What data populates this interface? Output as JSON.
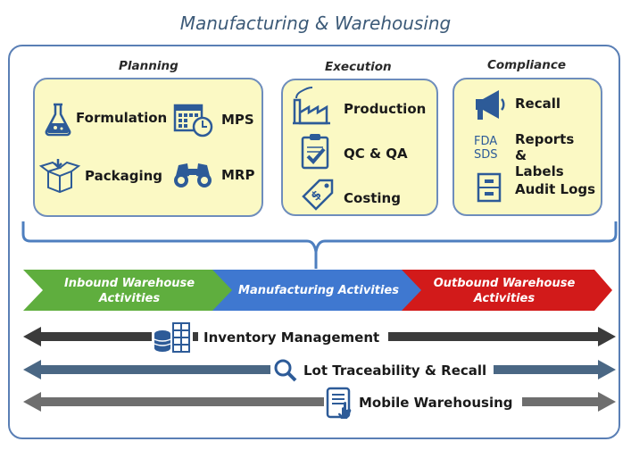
{
  "title": "Manufacturing & Warehousing",
  "groups": {
    "planning": {
      "label": "Planning",
      "items": [
        "Formulation",
        "MPS",
        "Packaging",
        "MRP"
      ]
    },
    "execution": {
      "label": "Execution",
      "items": [
        "Production",
        "QC & QA",
        "Costing"
      ]
    },
    "compliance": {
      "label": "Compliance",
      "items": [
        "Recall",
        "Reports & Labels",
        "Audit Logs"
      ],
      "fda_sds": "FDA\nSDS"
    }
  },
  "flow": {
    "inbound": "Inbound Warehouse Activities",
    "manufacturing": "Manufacturing Activities",
    "outbound": "Outbound Warehouse Activities",
    "colors": {
      "inbound": "#5fae3e",
      "manufacturing": "#3f78d0",
      "outbound": "#d21a1a"
    }
  },
  "bars": [
    "Inventory Management",
    "Lot Traceability & Recall",
    "Mobile Warehousing"
  ],
  "icons": {
    "planning": [
      "flask-icon",
      "calendar-clock-icon",
      "open-box-icon",
      "binoculars-icon"
    ],
    "execution": [
      "factory-icon",
      "clipboard-check-icon",
      "price-tag-icon"
    ],
    "compliance": [
      "megaphone-icon",
      "fda-sds-icon",
      "file-cabinet-icon"
    ],
    "bars": [
      "database-building-icon",
      "magnifier-icon",
      "tablet-touch-icon"
    ]
  }
}
